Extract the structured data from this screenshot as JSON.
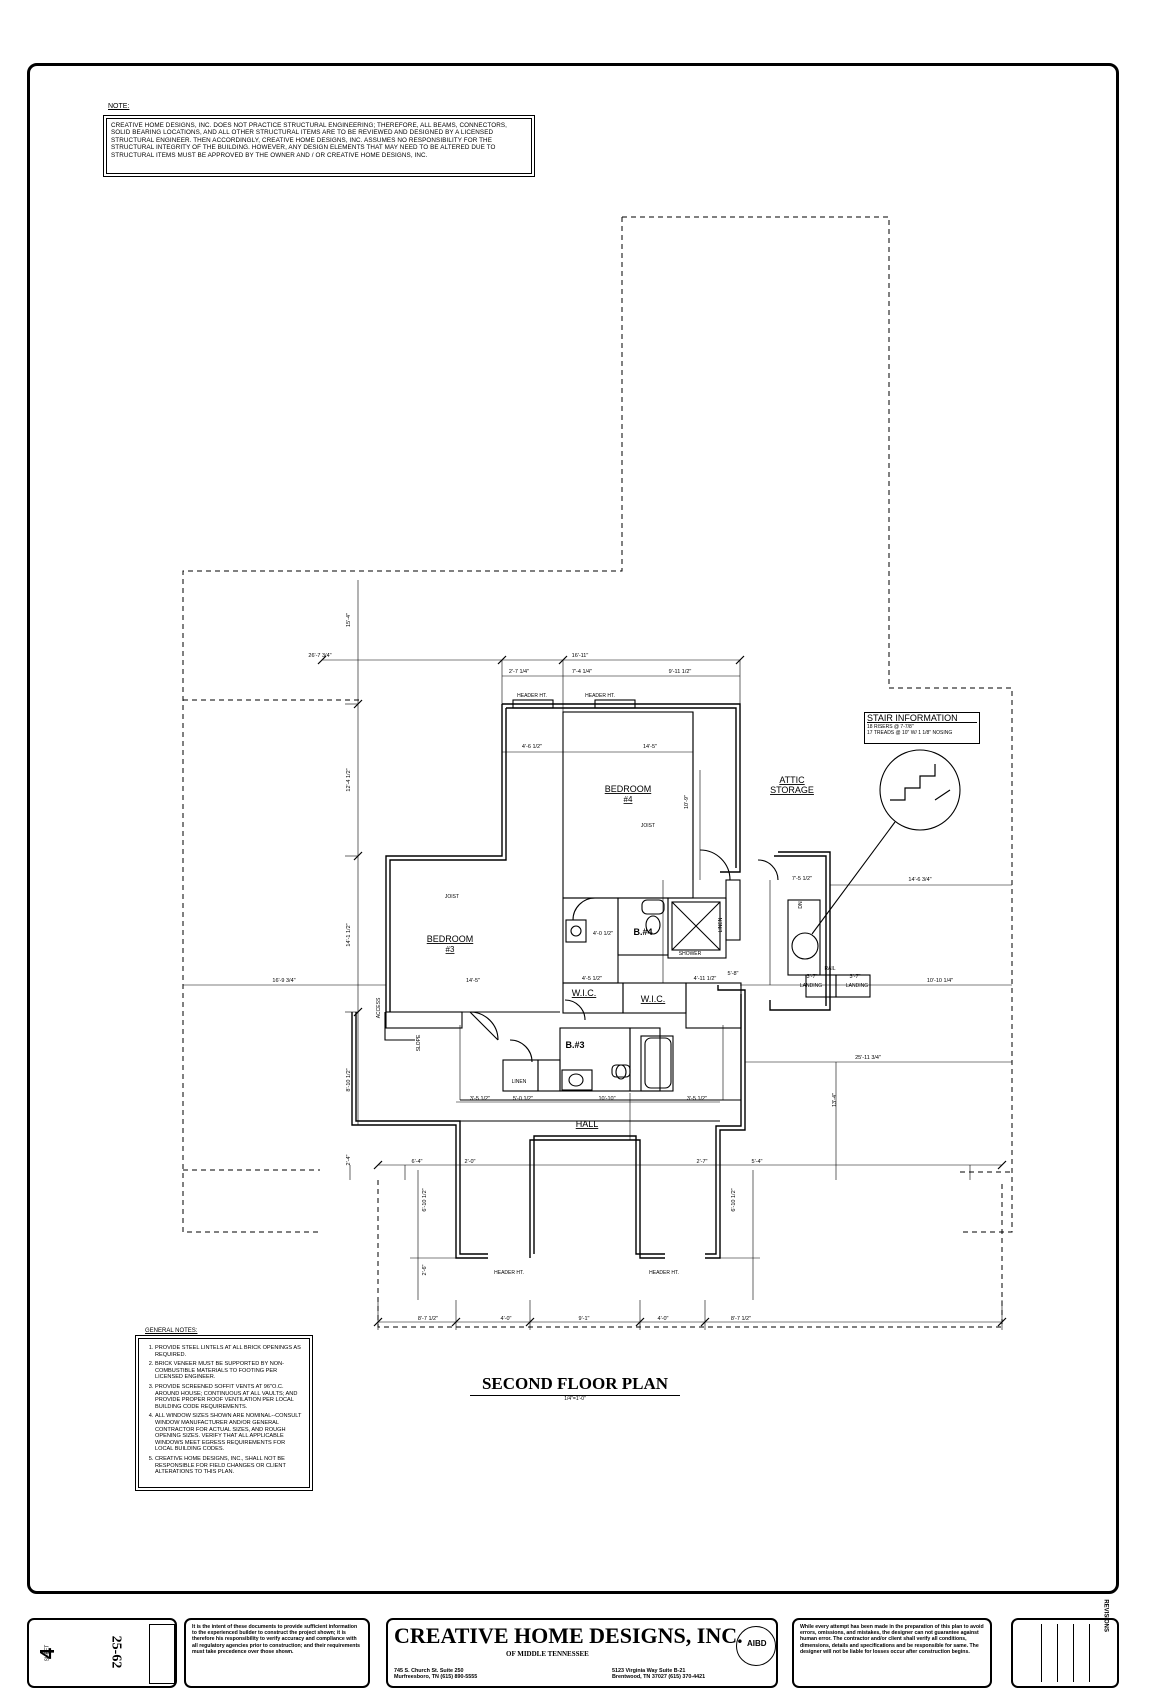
{
  "note": {
    "label": "NOTE:",
    "text": "CREATIVE HOME DESIGNS, INC. DOES NOT PRACTICE STRUCTURAL ENGINEERING; THEREFORE, ALL BEAMS, CONNECTORS, SOLID BEARING LOCATIONS, AND ALL OTHER STRUCTURAL ITEMS ARE TO BE REVIEWED AND DESIGNED BY A LICENSED STRUCTURAL ENGINEER. THEN ACCORDINGLY, CREATIVE HOME DESIGNS, INC. ASSUMES NO RESPONSIBILITY FOR THE STRUCTURAL INTEGRITY OF THE BUILDING. HOWEVER, ANY DESIGN ELEMENTS THAT MAY NEED TO BE ALTERED DUE TO STRUCTURAL ITEMS MUST BE APPROVED BY THE OWNER AND / OR CREATIVE HOME DESIGNS, INC."
  },
  "rooms": {
    "bedroom4": "BEDROOM",
    "bedroom4_no": "#4",
    "bedroom3": "BEDROOM",
    "bedroom3_no": "#3",
    "attic": "ATTIC",
    "attic2": "STORAGE",
    "bath4": "B.#4",
    "bath3": "B.#3",
    "wic1": "W.I.C.",
    "wic2": "W.I.C.",
    "hall": "HALL",
    "linen1": "LINEN",
    "linen2": "LINEN",
    "shower": "SHOWER",
    "joist1": "JOIST",
    "joist2": "JOIST",
    "access": "ACCESS",
    "slope": "SLOPE",
    "landing1": "LANDING",
    "landing2": "LANDING",
    "rail": "RAIL",
    "dn": "DN"
  },
  "dims": {
    "d1": "26'-7 3/4\"",
    "d2": "2'-7 1/4\"",
    "d3": "7'-4 1/4\"",
    "d4": "9'-11 1/2\"",
    "d5": "16'-11\"",
    "d6": "4'-6 1/2\"",
    "d7": "14'-5\"",
    "d8": "12'-4 1/2\"",
    "d9": "14'-1 1/2\"",
    "d10": "16'-9 3/4\"",
    "d11": "14'-5\"",
    "d12": "7'-5 1/2\"",
    "d13": "14'-6 3/4\"",
    "d14": "10'-10 1/4\"",
    "d15": "25'-11 3/4\"",
    "d16": "8'-10 1/2\"",
    "d17": "3'-5 1/2\"",
    "d18": "5'-0 1/2\"",
    "d19": "10'-10\"",
    "d20": "3'-5 1/2\"",
    "d21": "6'-4\"",
    "d22": "2'-0\"",
    "d23": "2'-7\"",
    "d24": "5'-4\"",
    "d25": "6'-10 1/2\"",
    "d26": "6'-10 1/2\"",
    "d27": "8'-7 1/2\"",
    "d28": "4'-0\"",
    "d29": "9'-1\"",
    "d30": "4'-0\"",
    "d31": "8'-7 1/2\"",
    "d32": "4'-5 1/2\"",
    "d33": "4'-0 1/2\"",
    "d34": "4'-11 1/2\"",
    "d35": "10'-9\"",
    "d36": "15'-4\"",
    "d37": "13'-4\"",
    "d38": "2'-4\"",
    "d39": "2'-6\"",
    "d40": "3'-7\"",
    "d41": "3'-7\"",
    "d42": "5'-8\""
  },
  "headers": {
    "h1": "HEADER HT.",
    "h2": "HEADER HT.",
    "h3": "HEADER HT.",
    "h4": "HEADER HT."
  },
  "stair": {
    "title": "STAIR INFORMATION",
    "line1": "18 RISERS @ 7-7/8\"",
    "line2": "17 TREADS @ 10\" W/ 1 1/8\" NOSING"
  },
  "general_notes": {
    "label": "GENERAL NOTES:",
    "items": [
      "PROVIDE STEEL LINTELS AT ALL BRICK OPENINGS AS REQUIRED.",
      "BRICK VENEER MUST BE SUPPORTED BY NON-COMBUSTIBLE MATERIALS TO FOOTING PER LICENSED ENGINEER.",
      "PROVIDE SCREENED SOFFIT VENTS AT 96\"O.C. AROUND HOUSE; CONTINUOUS AT ALL VAULTS; AND PROVIDE PROPER ROOF VENTILATION PER LOCAL BUILDING CODE REQUIREMENTS.",
      "ALL WINDOW SIZES SHOWN ARE NOMINAL--CONSULT WINDOW MANUFACTURER AND/OR GENERAL CONTRACTOR FOR ACTUAL SIZES, AND ROUGH OPENING SIZES. VERIFY THAT ALL APPLICABLE WINDOWS MEET EGRESS REQUIREMENTS FOR LOCAL BUILDING CODES.",
      "CREATIVE HOME DESIGNS, INC., SHALL NOT BE RESPONSIBLE FOR FIELD CHANGES OR CLIENT ALTERATIONS TO THIS PLAN."
    ]
  },
  "title": {
    "main": "SECOND FLOOR PLAN",
    "scale": "1/4\"=1'-0\""
  },
  "titleblock": {
    "sheet_no": "4",
    "sheet_label": "SHEET",
    "job_no": "25-62",
    "disclaimer": "It is the intent of these documents to provide sufficient information to the experienced builder to construct the project shown; it is therefore his responsibility to verify accuracy and compliance with all regulatory agencies prior to construction; and their requirements must take precedence over those shown.",
    "company": "CREATIVE HOME DESIGNS, INC.",
    "company_sub": "OF MIDDLE TENNESSEE",
    "addr1_l1": "745 S. Church St. Suite 250",
    "addr1_l2": "Murfreesboro, TN (615) 890-5555",
    "addr2_l1": "5123 Virginia Way Suite B-21",
    "addr2_l2": "Brentwood, TN 37027 (615) 370-4421",
    "seal_text": "AIBD",
    "warning": "While every attempt has been made in the preparation of this plan to avoid errors, omissions, and mistakes, the designer can not guarantee against human error. The contractor and/or client shall verify all conditions, dimensions, details and specifications and be responsible for same. The designer will not be liable for losses occur after construction begins.",
    "revisions": "REVISIONS"
  }
}
